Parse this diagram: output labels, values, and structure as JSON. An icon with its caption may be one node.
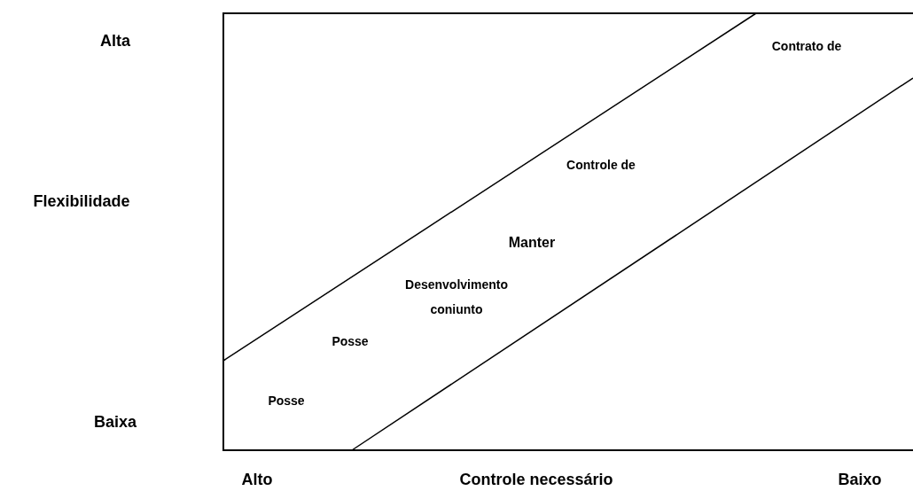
{
  "diagram": {
    "labels": [
      "Alta",
      "Contrato de",
      "Controle de",
      "Flexibilidade",
      "Manter",
      "Desenvolvimento coniunto",
      "Posse",
      "Posse",
      "Baixa",
      "Alto",
      "Controle necessário",
      "Baixo"
    ]
  }
}
